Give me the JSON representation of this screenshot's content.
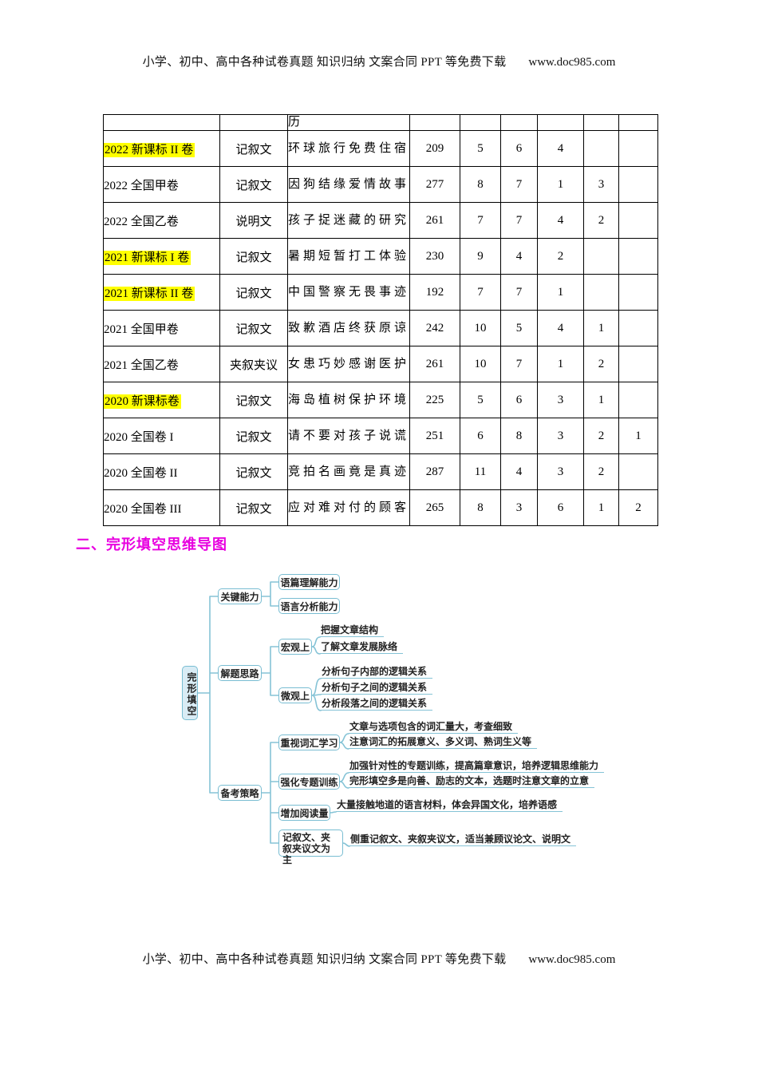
{
  "page": {
    "header": {
      "text": "小学、初中、高中各种试卷真题 知识归纳 文案合同 PPT 等免费下载",
      "url": "www.doc985.com"
    },
    "footer": {
      "text": "小学、初中、高中各种试卷真题 知识归纳 文案合同 PPT 等免费下载",
      "url": "www.doc985.com"
    },
    "section_title": "二、完形填空思维导图"
  },
  "table": {
    "highlight_color": "#ffff00",
    "rows": [
      {
        "partial": true,
        "exam": "",
        "highlight": false,
        "genre": "",
        "topic": "历",
        "values": [
          "",
          "",
          "",
          "",
          "",
          ""
        ]
      },
      {
        "partial": false,
        "exam": "2022 新课标 II 卷",
        "highlight": true,
        "genre": "记叙文",
        "topic": "环球旅行免费住宿",
        "values": [
          "209",
          "5",
          "6",
          "4",
          "",
          ""
        ]
      },
      {
        "partial": false,
        "exam": "2022 全国甲卷",
        "highlight": false,
        "genre": "记叙文",
        "topic": "因狗结缘爱情故事",
        "values": [
          "277",
          "8",
          "7",
          "1",
          "3",
          ""
        ]
      },
      {
        "partial": false,
        "exam": "2022 全国乙卷",
        "highlight": false,
        "genre": "说明文",
        "topic": "孩子捉迷藏的研究",
        "values": [
          "261",
          "7",
          "7",
          "4",
          "2",
          ""
        ]
      },
      {
        "partial": false,
        "exam": "2021 新课标 I 卷",
        "highlight": true,
        "genre": "记叙文",
        "topic": "暑期短暂打工体验",
        "values": [
          "230",
          "9",
          "4",
          "2",
          "",
          ""
        ]
      },
      {
        "partial": false,
        "exam": "2021 新课标 II 卷",
        "highlight": true,
        "genre": "记叙文",
        "topic": "中国警察无畏事迹",
        "values": [
          "192",
          "7",
          "7",
          "1",
          "",
          ""
        ]
      },
      {
        "partial": false,
        "exam": "2021 全国甲卷",
        "highlight": false,
        "genre": "记叙文",
        "topic": "致歉酒店终获原谅",
        "values": [
          "242",
          "10",
          "5",
          "4",
          "1",
          ""
        ]
      },
      {
        "partial": false,
        "exam": "2021 全国乙卷",
        "highlight": false,
        "genre": "夹叙夹议",
        "topic": "女患巧妙感谢医护",
        "values": [
          "261",
          "10",
          "7",
          "1",
          "2",
          ""
        ]
      },
      {
        "partial": false,
        "exam": "2020 新课标卷",
        "highlight": true,
        "genre": "记叙文",
        "topic": "海岛植树保护环境",
        "values": [
          "225",
          "5",
          "6",
          "3",
          "1",
          ""
        ]
      },
      {
        "partial": false,
        "exam": "2020 全国卷 I",
        "highlight": false,
        "genre": "记叙文",
        "topic": "请不要对孩子说谎",
        "values": [
          "251",
          "6",
          "8",
          "3",
          "2",
          "1"
        ]
      },
      {
        "partial": false,
        "exam": "2020 全国卷 II",
        "highlight": false,
        "genre": "记叙文",
        "topic": "竞拍名画竟是真迹",
        "values": [
          "287",
          "11",
          "4",
          "3",
          "2",
          ""
        ]
      },
      {
        "partial": false,
        "exam": "2020 全国卷 III",
        "highlight": false,
        "genre": "记叙文",
        "topic": "应对难对付的顾客",
        "values": [
          "265",
          "8",
          "3",
          "6",
          "1",
          "2"
        ]
      }
    ]
  },
  "mindmap": {
    "root": "完形填空",
    "branches": [
      {
        "label": "关键能力",
        "children": [
          {
            "label": "语篇理解能力"
          },
          {
            "label": "语言分析能力"
          }
        ]
      },
      {
        "label": "解题思路",
        "children": [
          {
            "label": "宏观上",
            "leaves": [
              "把握文章结构",
              "了解文章发展脉络"
            ]
          },
          {
            "label": "微观上",
            "leaves": [
              "分析句子内部的逻辑关系",
              "分析句子之间的逻辑关系",
              "分析段落之间的逻辑关系"
            ]
          }
        ]
      },
      {
        "label": "备考策略",
        "children": [
          {
            "label": "重视词汇学习",
            "leaves": [
              "文章与选项包含的词汇量大，考查细致",
              "注意词汇的拓展意义、多义词、熟词生义等"
            ]
          },
          {
            "label": "强化专题训练",
            "leaves": [
              "加强针对性的专题训练，提高篇章意识，培养逻辑思维能力",
              "完形填空多是向善、励志的文本，选题时注意文章的立意"
            ]
          },
          {
            "label": "增加阅读量",
            "leaves": [
              "大量接触地道的语言材料，体会异国文化，培养语感"
            ]
          },
          {
            "label": "记叙文、夹叙夹议文为主",
            "leaves": [
              "侧重记叙文、夹叙夹议文，适当兼顾议论文、说明文"
            ]
          }
        ]
      }
    ]
  },
  "colors": {
    "accent_magenta": "#e800e0",
    "mindmap_line": "#85c3d6",
    "mindmap_root_fill": "#d9ecf5",
    "highlight_yellow": "#ffff00"
  }
}
